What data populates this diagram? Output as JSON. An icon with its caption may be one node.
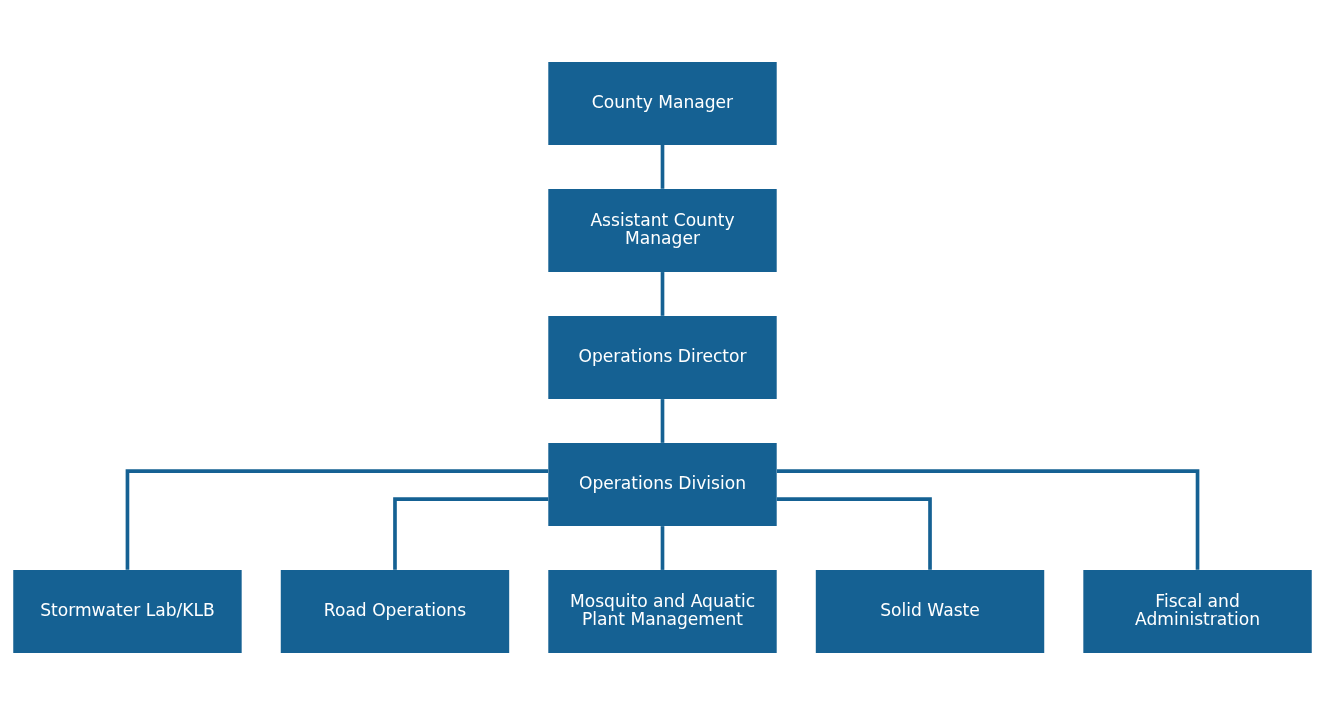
{
  "diagram": {
    "nodes": [
      {
        "text": [
          "County Manager"
        ]
      },
      {
        "text": [
          "Assistant County Manager"
        ]
      },
      {
        "text": [
          "Operations Director"
        ]
      },
      {
        "text": [
          "Operations Division"
        ]
      },
      {
        "text": [
          "Stormwater Lab/KLB"
        ]
      },
      {
        "text": [
          "Road Operations"
        ]
      },
      {
        "text": [
          "Mosquito and Aquatic Plant Management"
        ]
      },
      {
        "text": [
          "Solid Waste"
        ]
      },
      {
        "text": [
          "Fiscal and Administration"
        ]
      }
    ],
    "edges": [
      {
        "from": 0,
        "to": 1,
        "arrow": "none"
      },
      {
        "from": 1,
        "to": 2,
        "arrow": "none"
      },
      {
        "from": 2,
        "to": 3,
        "arrow": "none"
      },
      {
        "from": 3,
        "to": 4,
        "arrow": "none"
      },
      {
        "from": 3,
        "to": 5,
        "arrow": "none"
      },
      {
        "from": 3,
        "to": 6,
        "arrow": "none"
      },
      {
        "from": 3,
        "to": 7,
        "arrow": "none"
      },
      {
        "from": 3,
        "to": 8,
        "arrow": "none"
      }
    ]
  }
}
